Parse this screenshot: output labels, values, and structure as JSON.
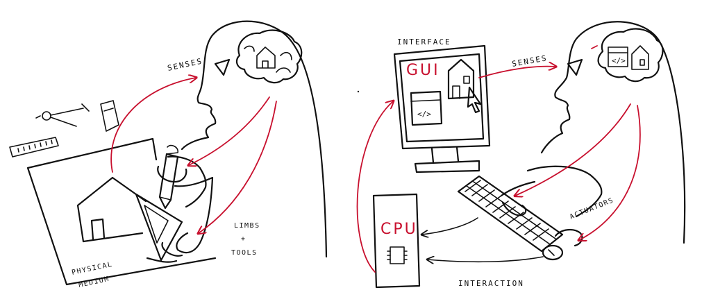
{
  "labels": {
    "senses_left": "SENSES",
    "limbs": "LIMBS",
    "plus": "+",
    "tools": "TOOLS",
    "physical": "PHYSICAL",
    "medium": "MEDIUM",
    "interface": "INTERFACE",
    "gui": "GUI",
    "senses_right": "SENSES",
    "actuators": "ACTUATORS",
    "cpu": "CPU",
    "interaction": "INTERACTION",
    "code_left": "</>",
    "code_brain": "</>"
  },
  "colors": {
    "ink": "#111111",
    "accent": "#c8102e",
    "background": "#ffffff"
  }
}
